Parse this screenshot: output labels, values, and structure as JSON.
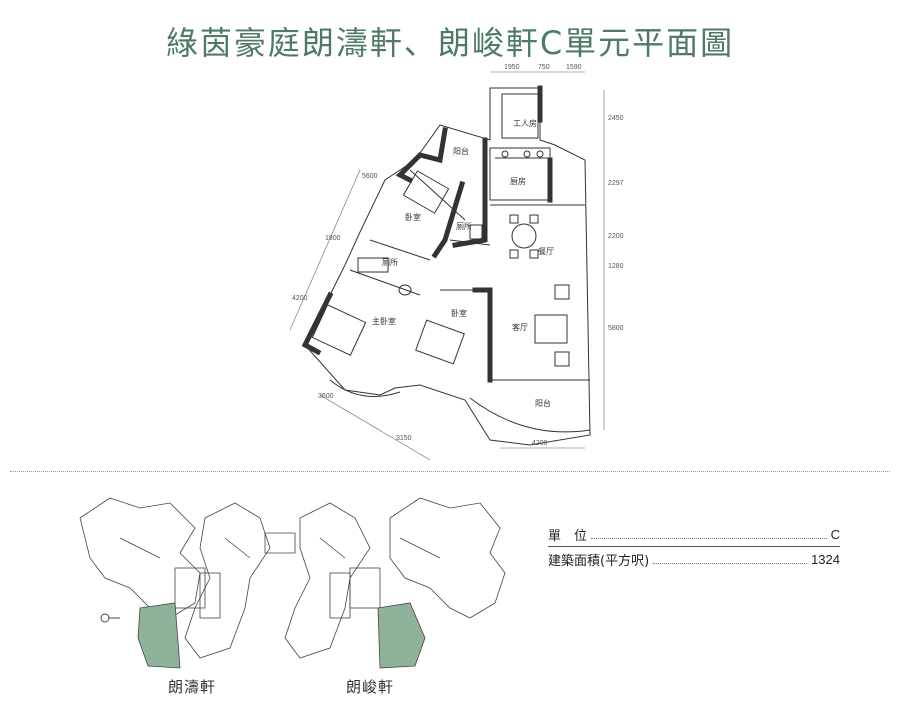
{
  "title": "綠茵豪庭朗濤軒、朗峻軒C單元平面圖",
  "plan": {
    "dims_top": [
      "1950",
      "750",
      "1590"
    ],
    "dims_right": [
      "2450",
      "2297",
      "2200",
      "1280",
      "5800"
    ],
    "dims_left": [
      "5600",
      "1800",
      "4200"
    ],
    "dims_bottom_left": [
      "3600",
      "3150"
    ],
    "dim_bottom": "4200",
    "rooms": {
      "worker_room": "工人房",
      "balcony_top": "阳台",
      "kitchen": "厨房",
      "bedroom_top": "卧室",
      "toilet_small": "厕所",
      "dining": "餐厅",
      "toilet": "厕所",
      "master_bedroom": "主卧室",
      "bedroom_mid": "卧室",
      "living": "客厅",
      "balcony_bottom": "阳台"
    }
  },
  "info": {
    "unit_label": "單　位",
    "unit_value": "C",
    "area_label": "建築面積(平方呎)",
    "area_value": "1324"
  },
  "towers": {
    "left": "朗濤軒",
    "right": "朗峻軒"
  },
  "colors": {
    "title": "#4f7a66",
    "highlight": "#8fb39a",
    "wall": "#333333"
  }
}
